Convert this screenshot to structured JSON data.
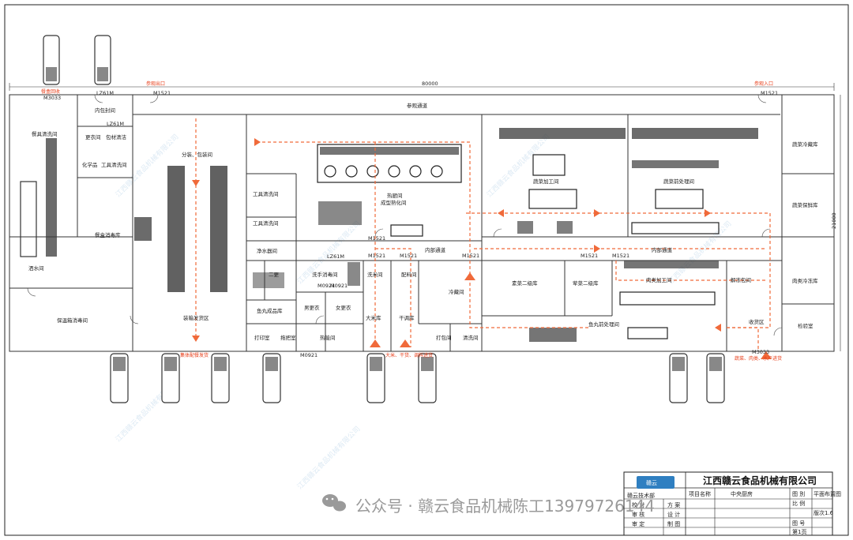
{
  "dimension_top": "80000",
  "dimension_right": "21000",
  "corridor_label": "参观通道",
  "inner_corridor_left": "内部通道",
  "inner_corridor_right": "内部通道",
  "rooms": {
    "tableware_cleaning": "餐具清洗间",
    "inner_wrap": "内包封间",
    "change_clothes": "更衣间",
    "packaging_storage": "包材清洁",
    "chemicals": "化学品",
    "tool_cleaning_small": "工具清洗间",
    "tableware_disinfect": "餐盒消毒库",
    "wine_water": "洒水间",
    "insulated_box": "保温箱消毒间",
    "portion_pack": "分装、包装间",
    "loading_return": "装箱发货区",
    "tool_clean_1": "工具清洗间",
    "tool_clean_2": "工具清洗间",
    "purified_water": "净水器间",
    "second_change": "二更",
    "fishball_store": "鱼丸成品库",
    "hand_wash": "洗手消毒间",
    "male_change": "男更衣",
    "female_change": "女更衣",
    "heat_room": "热能间",
    "print_room": "打印室",
    "mop_room": "拖把室",
    "hot_kitchen": "热厨间",
    "forming": "成型熟化间",
    "wash_rice": "洗米间",
    "ingredient": "配料间",
    "rice_store": "大米库",
    "dry_goods": "干调库",
    "cold_1": "冷藏间",
    "pack_room": "打包间",
    "clean_room": "清洗间",
    "veg_process": "蔬菜加工间",
    "veg_pre": "蔬菜前处理间",
    "veg_cold": "蔬菜冷藏库",
    "veg_fresh": "蔬菜保鲜库",
    "meat_cold": "肉类冷冻库",
    "meat_process": "肉类加工间",
    "defrost": "解冻包间",
    "second_store_a": "素菜二级库",
    "second_store_b": "荤菜二级库",
    "fishball_pre": "鱼丸前处理间",
    "receiving": "收货区",
    "inspection": "检验室"
  },
  "annotations": {
    "tableware_return": "餐盒回收",
    "tour_exit": "参观出口",
    "tour_entry": "参观入口",
    "distribution_out": "集体配餐发货",
    "rice_in": "大米、干货、调料进货",
    "veg_in": "蔬菜、肉类、水产进货",
    "m3033_left": "M3033",
    "m3033_right": "M3033"
  },
  "door_codes": [
    "M1521",
    "M1521",
    "LZ61M",
    "LZ61M",
    "M0921",
    "M0921",
    "M0921",
    "LZ61M",
    "M1521",
    "M1521",
    "M1521",
    "M1521",
    "M1521",
    "M1521"
  ],
  "title_block": {
    "company": "江西赣云食品机械有限公司",
    "badge": "赣云",
    "project_label": "项目名称",
    "project_value": "中央厨房",
    "drawing_label": "图 別",
    "drawing_value": "平面布置图",
    "dept": "赣云技术部",
    "design_label": "方 案",
    "check_label": "校 对",
    "scale_label": "比 例",
    "approve_label": "审 核",
    "design2_label": "设 计",
    "drawing_no_label": "图 号",
    "review_label": "审 定",
    "draw_label": "制 图",
    "page": "第1页",
    "version": "版次1.6"
  },
  "watermark": "公众号 · 赣云食品机械陈工13979726144",
  "colors": {
    "flow": "#f06a3a",
    "wall": "#333333",
    "title_badge": "#2f7fc1"
  }
}
